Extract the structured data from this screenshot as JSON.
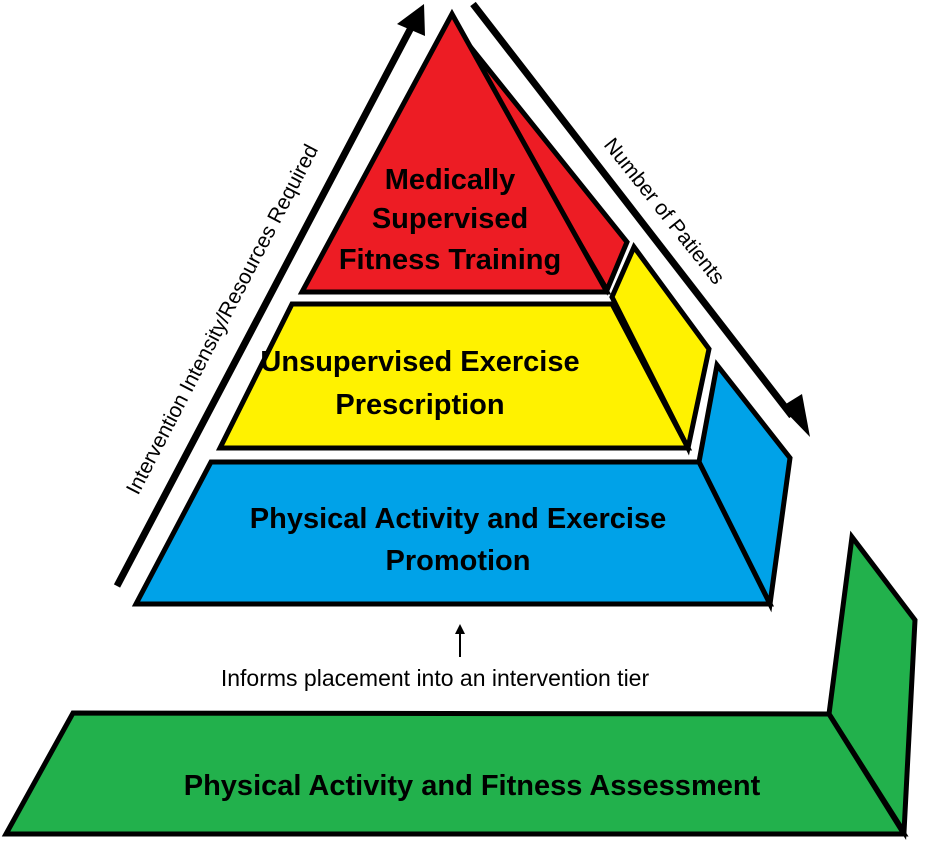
{
  "diagram": {
    "type": "tiered pyramid",
    "colors": {
      "tier_top": "#ED1C24",
      "tier_middle": "#FFF200",
      "tier_bottom": "#00A2E8",
      "foundation": "#22B14C",
      "outline": "#000000"
    },
    "tiers": [
      {
        "id": "top",
        "lines": [
          "Medically",
          "Supervised",
          "Fitness Training"
        ]
      },
      {
        "id": "middle",
        "lines": [
          "Unsupervised Exercise",
          "Prescription"
        ]
      },
      {
        "id": "bottom",
        "lines": [
          "Physical Activity and Exercise",
          "Promotion"
        ]
      }
    ],
    "foundation": {
      "label": "Physical Activity and Fitness Assessment"
    },
    "axes": {
      "left_arrow_label": "Intervention Intensity/Resources Required",
      "right_arrow_label": "Number of Patients"
    },
    "connector": {
      "label": "Informs placement into an intervention tier"
    }
  }
}
